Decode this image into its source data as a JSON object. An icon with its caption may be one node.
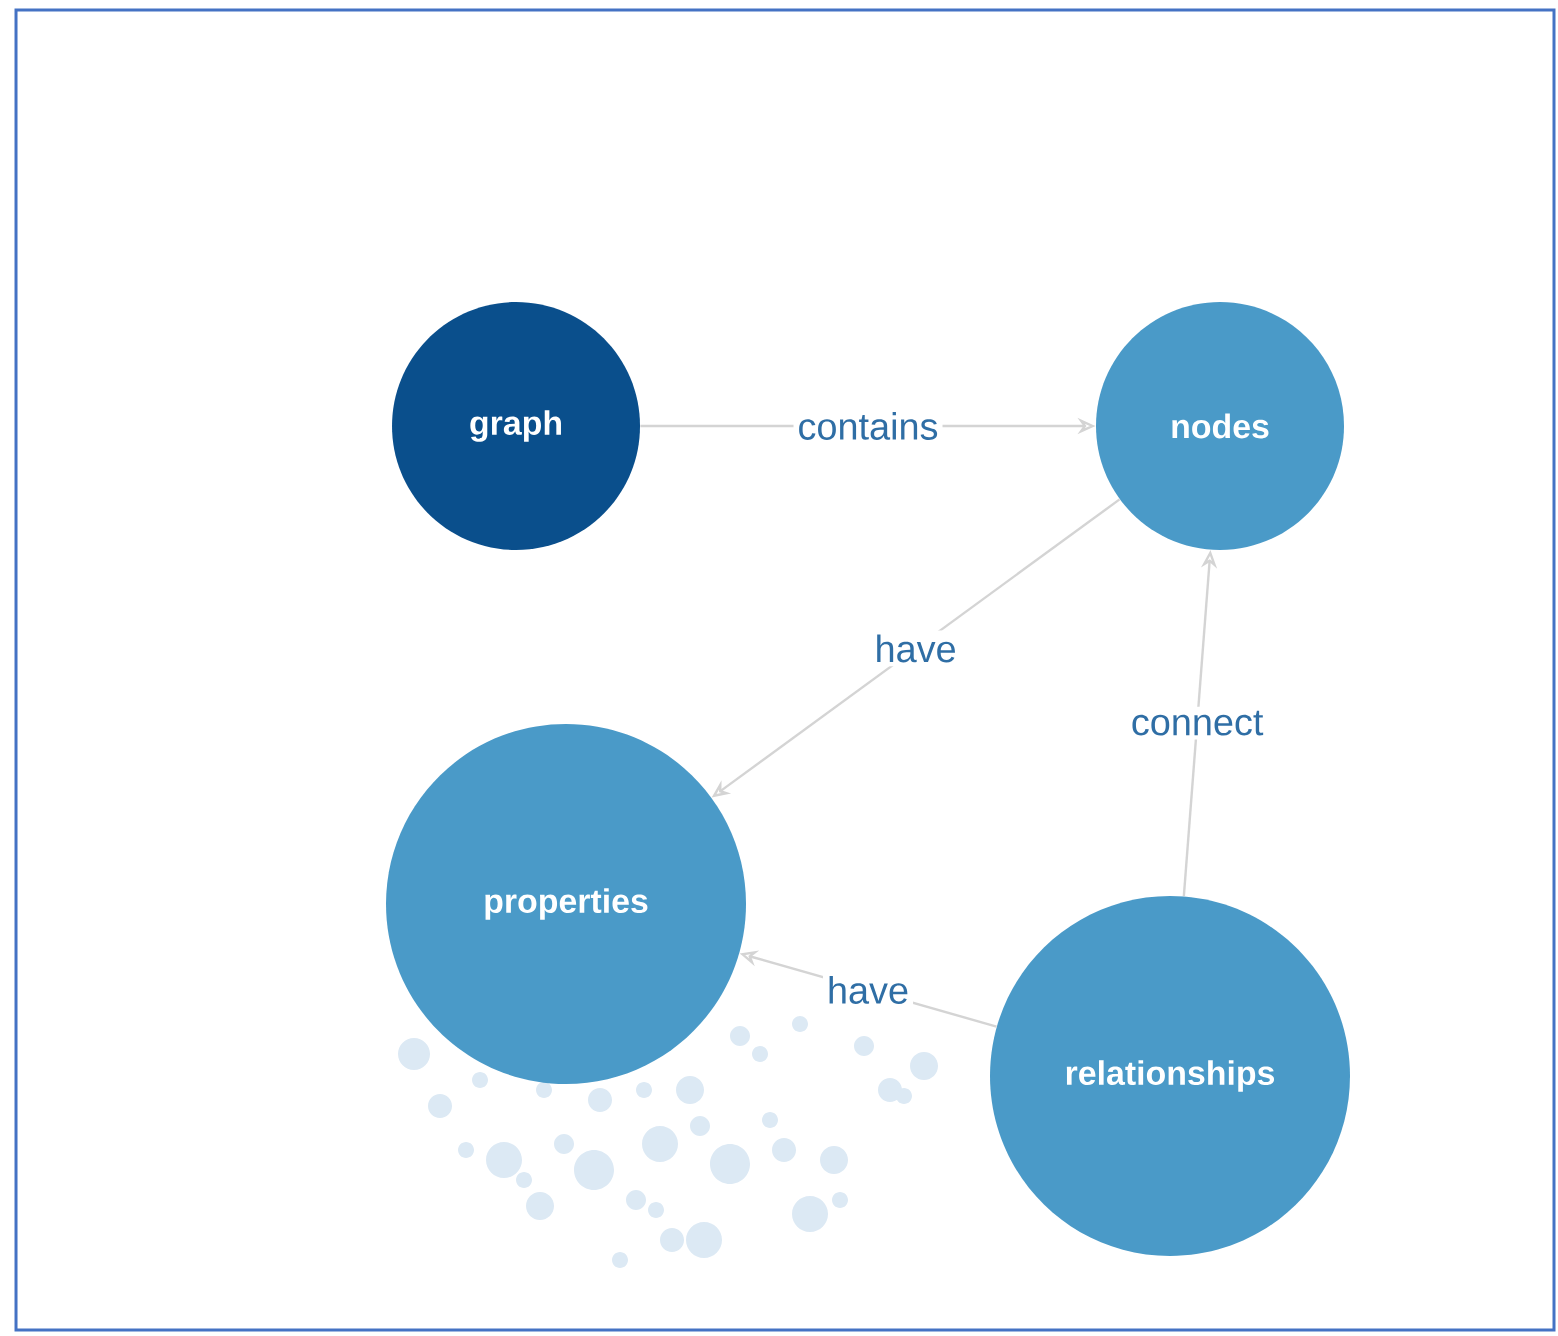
{
  "diagram": {
    "nodes": [
      {
        "text": [
          "graph"
        ]
      },
      {
        "text": [
          "nodes"
        ]
      },
      {
        "text": [
          "properties"
        ]
      },
      {
        "text": [
          "relationships"
        ]
      }
    ],
    "edges": [
      {
        "from": 0,
        "to": 1,
        "arrow": "to",
        "label": "contains"
      },
      {
        "from": 1,
        "to": 2,
        "arrow": "to",
        "label": "have"
      },
      {
        "from": 3,
        "to": 1,
        "arrow": "to",
        "label": "connect"
      },
      {
        "from": 3,
        "to": 2,
        "arrow": "to",
        "label": "have"
      }
    ]
  }
}
